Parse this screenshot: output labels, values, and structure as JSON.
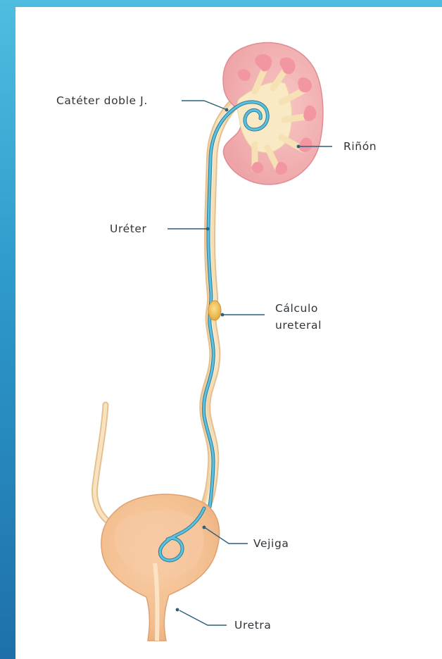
{
  "diagram": {
    "labels": {
      "cateter": "Catéter doble J.",
      "rinon": "Riñón",
      "ureter": "Uréter",
      "calculo_line1": "Cálculo",
      "calculo_line2": "ureteral",
      "vejiga": "Vejiga",
      "uretra": "Uretra"
    },
    "colors": {
      "frame_gradient_top": "#4fbde0",
      "frame_gradient_bottom": "#1d70a8",
      "catheter": "#58b9d6",
      "catheter_dark": "#2a7d9c",
      "kidney_cortex": "#f3b1b4",
      "kidney_pyramid": "#f49aa5",
      "kidney_pelvis": "#f8e7bd",
      "ureter": "#f6deb5",
      "bladder": "#f3c193",
      "stone": "#f4c55e",
      "leader_line": "#2d5f7c"
    },
    "icons": [
      "kidney-illustration",
      "ureter-illustration",
      "bladder-illustration",
      "double-j-stent-illustration",
      "ureteral-stone-illustration"
    ]
  }
}
